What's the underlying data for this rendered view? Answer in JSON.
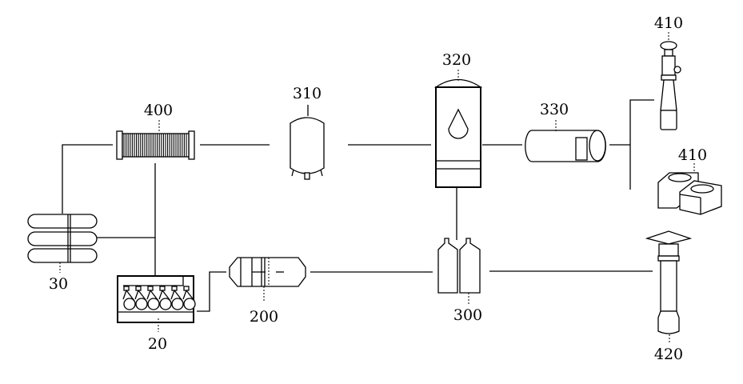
{
  "diagram": {
    "labels": {
      "l410a": "410",
      "l320": "320",
      "l310": "310",
      "l400": "400",
      "l330": "330",
      "l410b": "410",
      "l30": "30",
      "l200": "200",
      "l300": "300",
      "l20": "20",
      "l420": "420"
    },
    "colors": {
      "line": "#000000",
      "background": "#ffffff"
    }
  }
}
